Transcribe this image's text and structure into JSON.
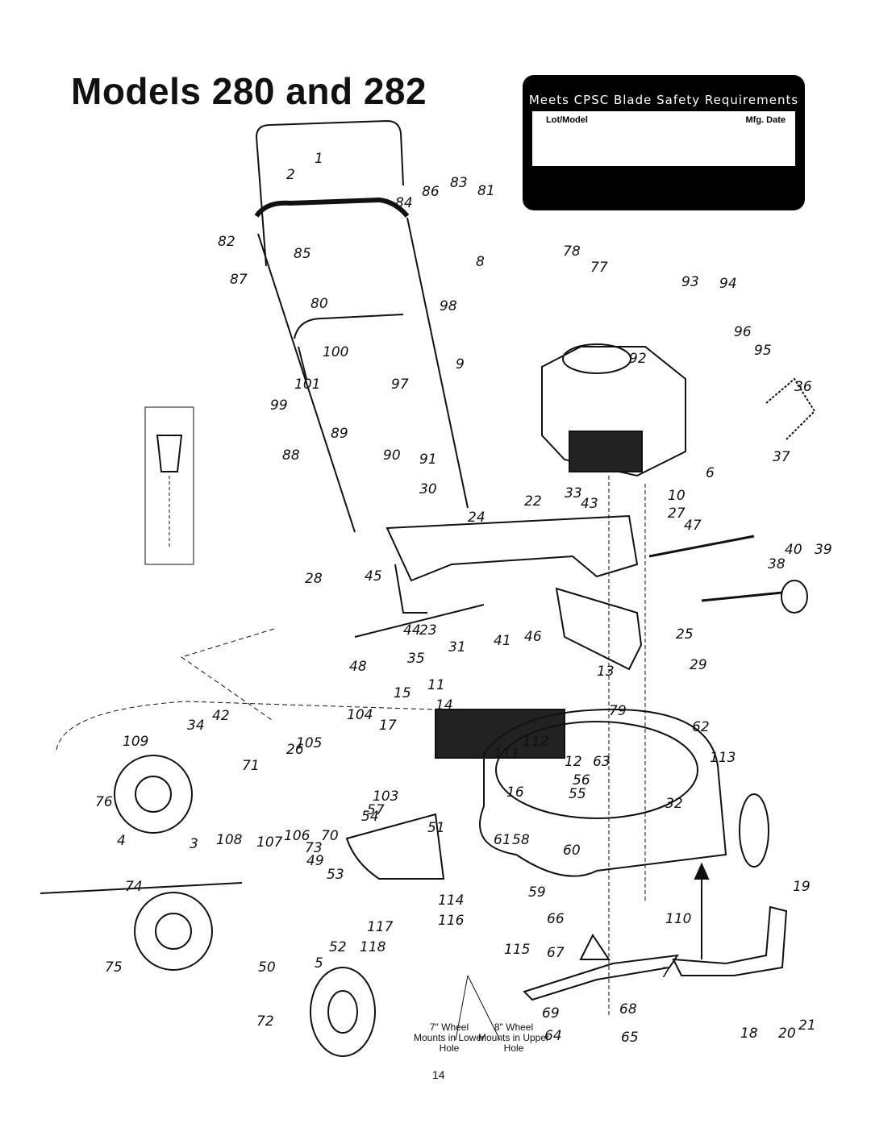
{
  "title": "Models 280 and 282",
  "label": {
    "heading": "Meets CPSC Blade Safety Requirements",
    "lot_model": "Lot/Model",
    "mfg_date": "Mfg. Date"
  },
  "captions": {
    "wheel_7": "7\" Wheel Mounts in Lower Hole",
    "wheel_8": "8\" Wheel Mounts in Upper Hole"
  },
  "page_number": "14",
  "part_labels": [
    "1",
    "2",
    "3",
    "4",
    "5",
    "6",
    "7",
    "8",
    "9",
    "10",
    "11",
    "12",
    "13",
    "14",
    "15",
    "16",
    "17",
    "18",
    "19",
    "20",
    "21",
    "22",
    "23",
    "24",
    "25",
    "26",
    "27",
    "28",
    "29",
    "30",
    "31",
    "32",
    "33",
    "34",
    "35",
    "36",
    "37",
    "38",
    "39",
    "40",
    "41",
    "42",
    "43",
    "44",
    "45",
    "46",
    "47",
    "48",
    "49",
    "50",
    "51",
    "52",
    "53",
    "54",
    "55",
    "56",
    "57",
    "58",
    "59",
    "60",
    "61",
    "62",
    "63",
    "64",
    "65",
    "66",
    "67",
    "68",
    "69",
    "70",
    "71",
    "72",
    "73",
    "74",
    "75",
    "76",
    "77",
    "78",
    "79",
    "80",
    "81",
    "82",
    "83",
    "84",
    "85",
    "86",
    "87",
    "88",
    "89",
    "90",
    "91",
    "92",
    "93",
    "94",
    "95",
    "96",
    "97",
    "98",
    "99",
    "100",
    "101",
    "103",
    "104",
    "105",
    "106",
    "107",
    "108",
    "109",
    "110",
    "111",
    "112",
    "113",
    "114",
    "115",
    "116",
    "117",
    "118"
  ]
}
